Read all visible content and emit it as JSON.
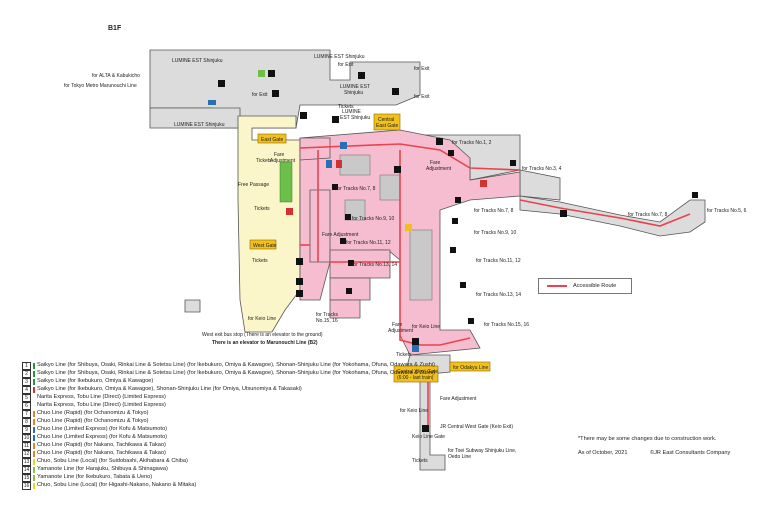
{
  "floor": "B1F",
  "colors": {
    "corridor": "#f6bdd0",
    "free_passage": "#fbf6c9",
    "building": "#dcdcdc",
    "accessible": "#e8434f",
    "gate": "#f2c01d",
    "green": "#6bbf4a"
  },
  "labels": {
    "lumine_1": "LUMINE EST Shinjuku",
    "lumine_2": "LUMINE EST Shinjuku",
    "lumine_3": "LUMINE EST Shinjuku",
    "lumine_4": "LUMINE\nEST Shinjuku",
    "lumine_5": "LUMINE EST\nShinjuku",
    "alta": "for ALTA & Kabukicho",
    "metro": "for Tokyo Metro Marunouchi Line",
    "exit_1": "for Exit",
    "exit_2": "for Exit",
    "exit_3": "for Exit",
    "exit_4": "for Exit",
    "tickets_1": "Tickets",
    "tickets_2": "Tickets",
    "tickets_3": "Tickets",
    "tickets_4": "Tickets",
    "tickets_5": "Tickets",
    "fare_adj_1": "Fare\nAdjustment",
    "fare_adj_2": "Fare\nAdjustment",
    "fare_adj_3": "Fare Adjustment",
    "fare_adj_4": "Fare\nAdjustment",
    "fare_adj_5": "Fare Adjustment",
    "free_passage": "Free Passage",
    "tracks_1_2": "for Tracks No.1, 2",
    "tracks_3_4": "for Tracks No.3, 4",
    "tracks_5_6": "for Tracks No.5, 6",
    "tracks_7_8_a": "for Tracks No.7, 8",
    "tracks_7_8_b": "for Tracks No.7, 8",
    "tracks_7_8_c": "for Tracks No.7, 8",
    "tracks_9_10_a": "for Tracks No.9, 10",
    "tracks_9_10_b": "for Tracks No.9, 10",
    "tracks_11_12_a": "for Tracks No.11, 12",
    "tracks_11_12_b": "for Tracks No.11, 12",
    "tracks_13_14_a": "for Tracks No.13, 14",
    "tracks_13_14_b": "for Tracks No.13, 14",
    "tracks_15_16_a": "for Tracks\nNo.15, 16",
    "tracks_15_16_b": "for Tracks No.15, 16",
    "keio_1": "for Keio Line",
    "keio_2": "for Keio Line",
    "keio_3": "for Keio Line",
    "odakyu": "for Odakyu Line",
    "bus": "West exit bus stop (There is an elevator to the ground)",
    "elevator": "There is an elevator to Marunouchi Line (B2)",
    "toei": "for Toei Subway Shinjuku Line,\nOedo Line",
    "jr_cwg": "JR Central West Gate (Keio Exit)",
    "keio_line_gate": "Keio Line Gate",
    "disclaimer": "*There may be some changes due to construction work.",
    "date": "As of October, 2021",
    "copyright": "©JR East Consultants Company"
  },
  "gates": {
    "east": "East Gate",
    "central_east": "Central\nEast Gate",
    "west": "West Gate",
    "central_west": "Central West Gate\n(6:00 - last train)"
  },
  "legend": {
    "accessible_route": "Accessible Route",
    "lines": [
      {
        "num": "1",
        "color": "#1e9a3d",
        "text": "Saikyo Line (for Shibuya, Osaki, Rinkai Line & Sotetsu Line) (for Ikebukuro, Omiya & Kawagoe), Shonan-Shinjuku Line (for Yokohama, Ofuna, Odawara & Zushi)"
      },
      {
        "num": "2",
        "color": "#1e9a3d",
        "text": "Saikyo Line (for Shibuya, Osaki, Rinkai Line & Sotetsu Line) (for Ikebukuro, Omiya & Kawagoe), Shonan-Shinjuku Line (for Yokohama, Ofuna, Odawara & Zushi)"
      },
      {
        "num": "3",
        "color": "#1e9a3d",
        "text": "Saikyo Line (for Ikebukuro, Omiya & Kawagoe)"
      },
      {
        "num": "4",
        "color": "#d43131",
        "text": "Saikyo Line (for Ikebukuro, Omiya & Kawagoe), Shonan-Shinjuku Line (for Omiya, Utsunomiya & Takasaki)"
      },
      {
        "num": "5",
        "color": "#ffffff",
        "text": "Narita Express, Tobu Line (Direct) (Limited Express)"
      },
      {
        "num": "6",
        "color": "#ffffff",
        "text": "Narita Express, Tobu Line (Direct) (Limited Express)"
      },
      {
        "num": "7",
        "color": "#e7822c",
        "text": "Chuo Line (Rapid) (for Ochanomizu & Tokyo)"
      },
      {
        "num": "8",
        "color": "#e7822c",
        "text": "Chuo Line (Rapid) (for Ochanomizu & Tokyo)"
      },
      {
        "num": "9",
        "color": "#2a6fb5",
        "text": "Chuo Line (Limited Express) (for Kofu & Matsumoto)"
      },
      {
        "num": "10",
        "color": "#2a6fb5",
        "text": "Chuo Line (Limited Express) (for Kofu & Matsumoto)"
      },
      {
        "num": "11",
        "color": "#e7822c",
        "text": "Chuo Line (Rapid) (for Nakano, Tachikawa & Takao)"
      },
      {
        "num": "12",
        "color": "#e7822c",
        "text": "Chuo Line (Rapid) (for Nakano, Tachikawa & Takao)"
      },
      {
        "num": "13",
        "color": "#f1d41a",
        "text": "Chuo, Sobu Line (Local) (for Suidobashi, Akihabara & Chiba)"
      },
      {
        "num": "14",
        "color": "#8bc34a",
        "text": "Yamanote Line (for Harajuku, Shibuya & Shinagawa)"
      },
      {
        "num": "15",
        "color": "#8bc34a",
        "text": "Yamanote Line (for Ikebukuro, Tabata & Ueno)"
      },
      {
        "num": "16",
        "color": "#f1d41a",
        "text": "Chuo, Sobu Line (Local) (for Higashi-Nakano, Nakano & Mitaka)"
      }
    ]
  }
}
